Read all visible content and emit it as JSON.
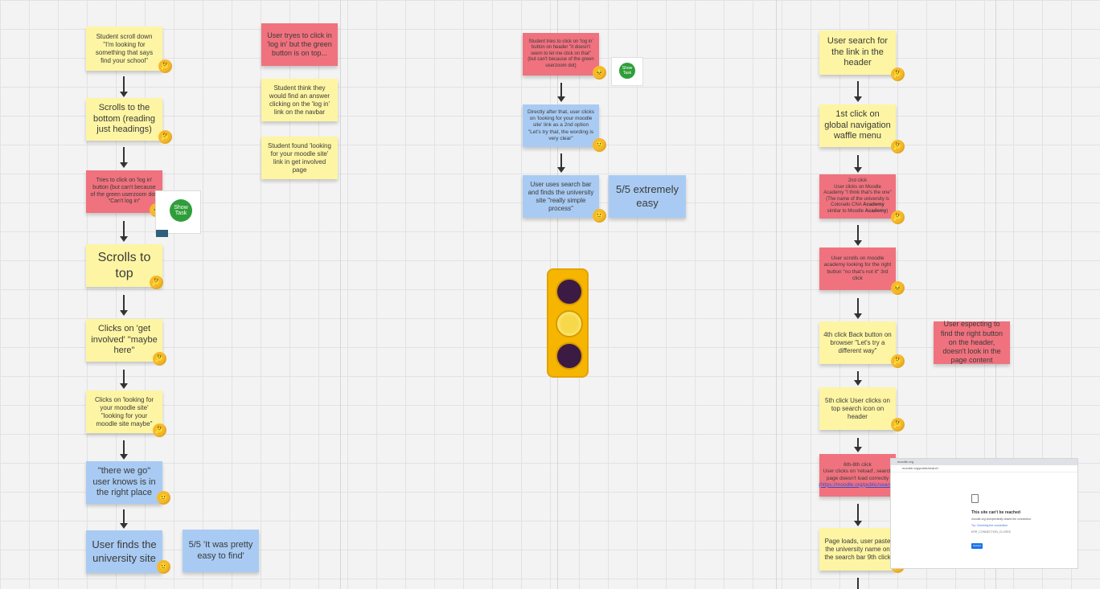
{
  "col1": {
    "n1": "Student scroll down \"I'm looking for something that says find your school\"",
    "n2": "Scrolls to the bottom (reading just headings)",
    "n3": "Tries to click on 'log in' button (but can't because of the green userzoom dot) \"Can't log in\"",
    "n4": "Scrolls to top",
    "n5": "Clicks on 'get involved' \"maybe here\"",
    "n6": "Clicks on 'looking for your moodle site' \"looking for your moodle site maybe\"",
    "n7": "\"there we go\" user knows is in the right place",
    "n8": "User finds the university site"
  },
  "col2": {
    "n1": "User tryes to click in 'log in' but the green button is on top...",
    "n2": "Student think they would find an answer clicking on the 'log in' link on the navbar",
    "n3": "Student found 'looking for your moodle site' link in get involved page",
    "rating": "5/5 'It was pretty easy to find'"
  },
  "col3": {
    "n1": "Student tries to click on 'log in' button on header \"it doesn't seem to let me click on that\" (but can't because of the green userzoom dot)",
    "n2": "Directly after that, user clicks on 'looking for your moodle site' link as a 2nd option \"Let's try that, the wording is very clear\"",
    "n3": "User uses search bar and finds the university site \"really simple process\"",
    "rating": "5/5 extremely easy"
  },
  "col4": {
    "n1": "User search for the link in the header",
    "n2": "1st click on global navigation waffle menu",
    "n3a": "2nd click",
    "n3b": "User clicks on Moodle Academy \"I think that's the one\" (The name of the university is Colorado CNA ",
    "n3c": "Academy",
    "n3d": " similar to Moodle ",
    "n3e": "Academy",
    "n3f": ")",
    "n4": "User scrolls on moodle academy looking for the right button \"no that's not it\" 3rd click",
    "n5": "4th click Back button on browser \"Let's try a different way\"",
    "n6": "5th click User clicks on top search icon on header",
    "n7a": "6th-8th click",
    "n7b": "User clicks on 'reload', search page doesn't load correctly",
    "n7c": "(https://moodle.org/public/search)",
    "n8": "Page loads, user paste the university name on the search bar 9th click",
    "side": "User especting to find the right button on the header, doesn't look in the page content"
  },
  "show_task": "Show Task",
  "browser": {
    "tab": "moodle.org",
    "url": "moodle.org/public/search",
    "error_title": "This site can't be reached",
    "error_text": "moodle.org unexpectedly closed the connection.",
    "error_list": "Try: Checking the connection",
    "error_code": "ERR_CONNECTION_CLOSED",
    "reload": "Reload"
  },
  "emoji": {
    "thinking": "🤔",
    "smile": "🙂",
    "persevere": "😣"
  },
  "colors": {
    "yellow": "#fdf5a3",
    "red": "#f0727e",
    "blue": "#a9cbf3",
    "traffic_light": "#f6b600"
  }
}
